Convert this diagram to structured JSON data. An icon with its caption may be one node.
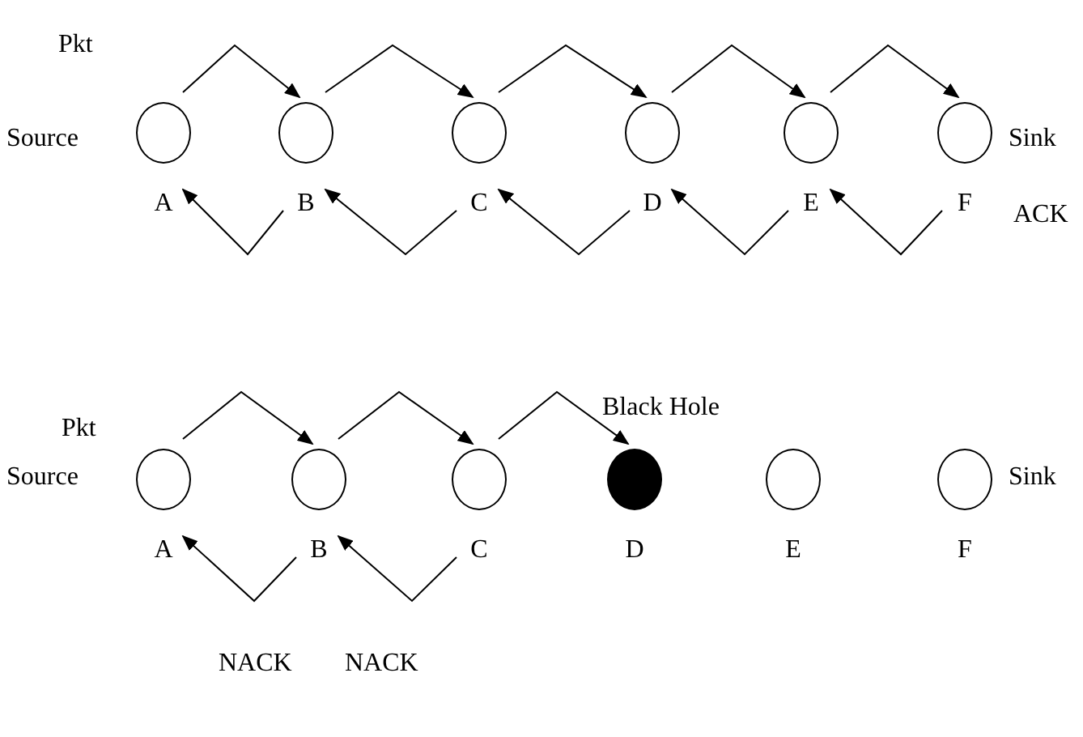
{
  "diagram": {
    "nodes": [
      {
        "text": [],
        "shape": "circle",
        "beside": [
          "A"
        ]
      },
      {
        "text": [],
        "shape": "circle",
        "beside": [
          "B"
        ]
      },
      {
        "text": [],
        "shape": "circle",
        "beside": [
          "C"
        ]
      },
      {
        "text": [],
        "shape": "circle",
        "beside": [
          "D"
        ]
      },
      {
        "text": [],
        "shape": "circle",
        "beside": [
          "E"
        ]
      },
      {
        "text": [],
        "shape": "circle",
        "beside": [
          "F"
        ]
      },
      {
        "text": [],
        "shape": "circle",
        "beside": [
          "A"
        ]
      },
      {
        "text": [],
        "shape": "circle",
        "beside": [
          "B"
        ]
      },
      {
        "text": [],
        "shape": "circle",
        "beside": [
          "C"
        ]
      },
      {
        "text": [],
        "shape": "dot",
        "beside": [
          "D"
        ]
      },
      {
        "text": [],
        "shape": "circle",
        "beside": [
          "E"
        ]
      },
      {
        "text": [],
        "shape": "circle",
        "beside": [
          "F"
        ]
      }
    ],
    "edges": [
      {
        "from": 0,
        "to": 1,
        "arrow": "to"
      },
      {
        "from": 1,
        "to": 2,
        "arrow": "to"
      },
      {
        "from": 2,
        "to": 3,
        "arrow": "to"
      },
      {
        "from": 3,
        "to": 4,
        "arrow": "to"
      },
      {
        "from": 4,
        "to": 5,
        "arrow": "to"
      },
      {
        "from": 1,
        "to": 0,
        "arrow": "to"
      },
      {
        "from": 2,
        "to": 1,
        "arrow": "to"
      },
      {
        "from": 3,
        "to": 2,
        "arrow": "to"
      },
      {
        "from": 4,
        "to": 3,
        "arrow": "to"
      },
      {
        "from": 5,
        "to": 4,
        "arrow": "to"
      },
      {
        "from": 6,
        "to": 7,
        "arrow": "to"
      },
      {
        "from": 7,
        "to": 8,
        "arrow": "to"
      },
      {
        "from": 8,
        "to": 9,
        "arrow": "to"
      },
      {
        "from": 7,
        "to": 6,
        "arrow": "to"
      },
      {
        "from": 8,
        "to": 7,
        "arrow": "to"
      }
    ],
    "labels": [
      "Pkt",
      "Source",
      "Sink",
      "ACK",
      "Black Hole",
      "Pkt",
      "Source",
      "Sink",
      "NACK",
      "NACK"
    ]
  }
}
